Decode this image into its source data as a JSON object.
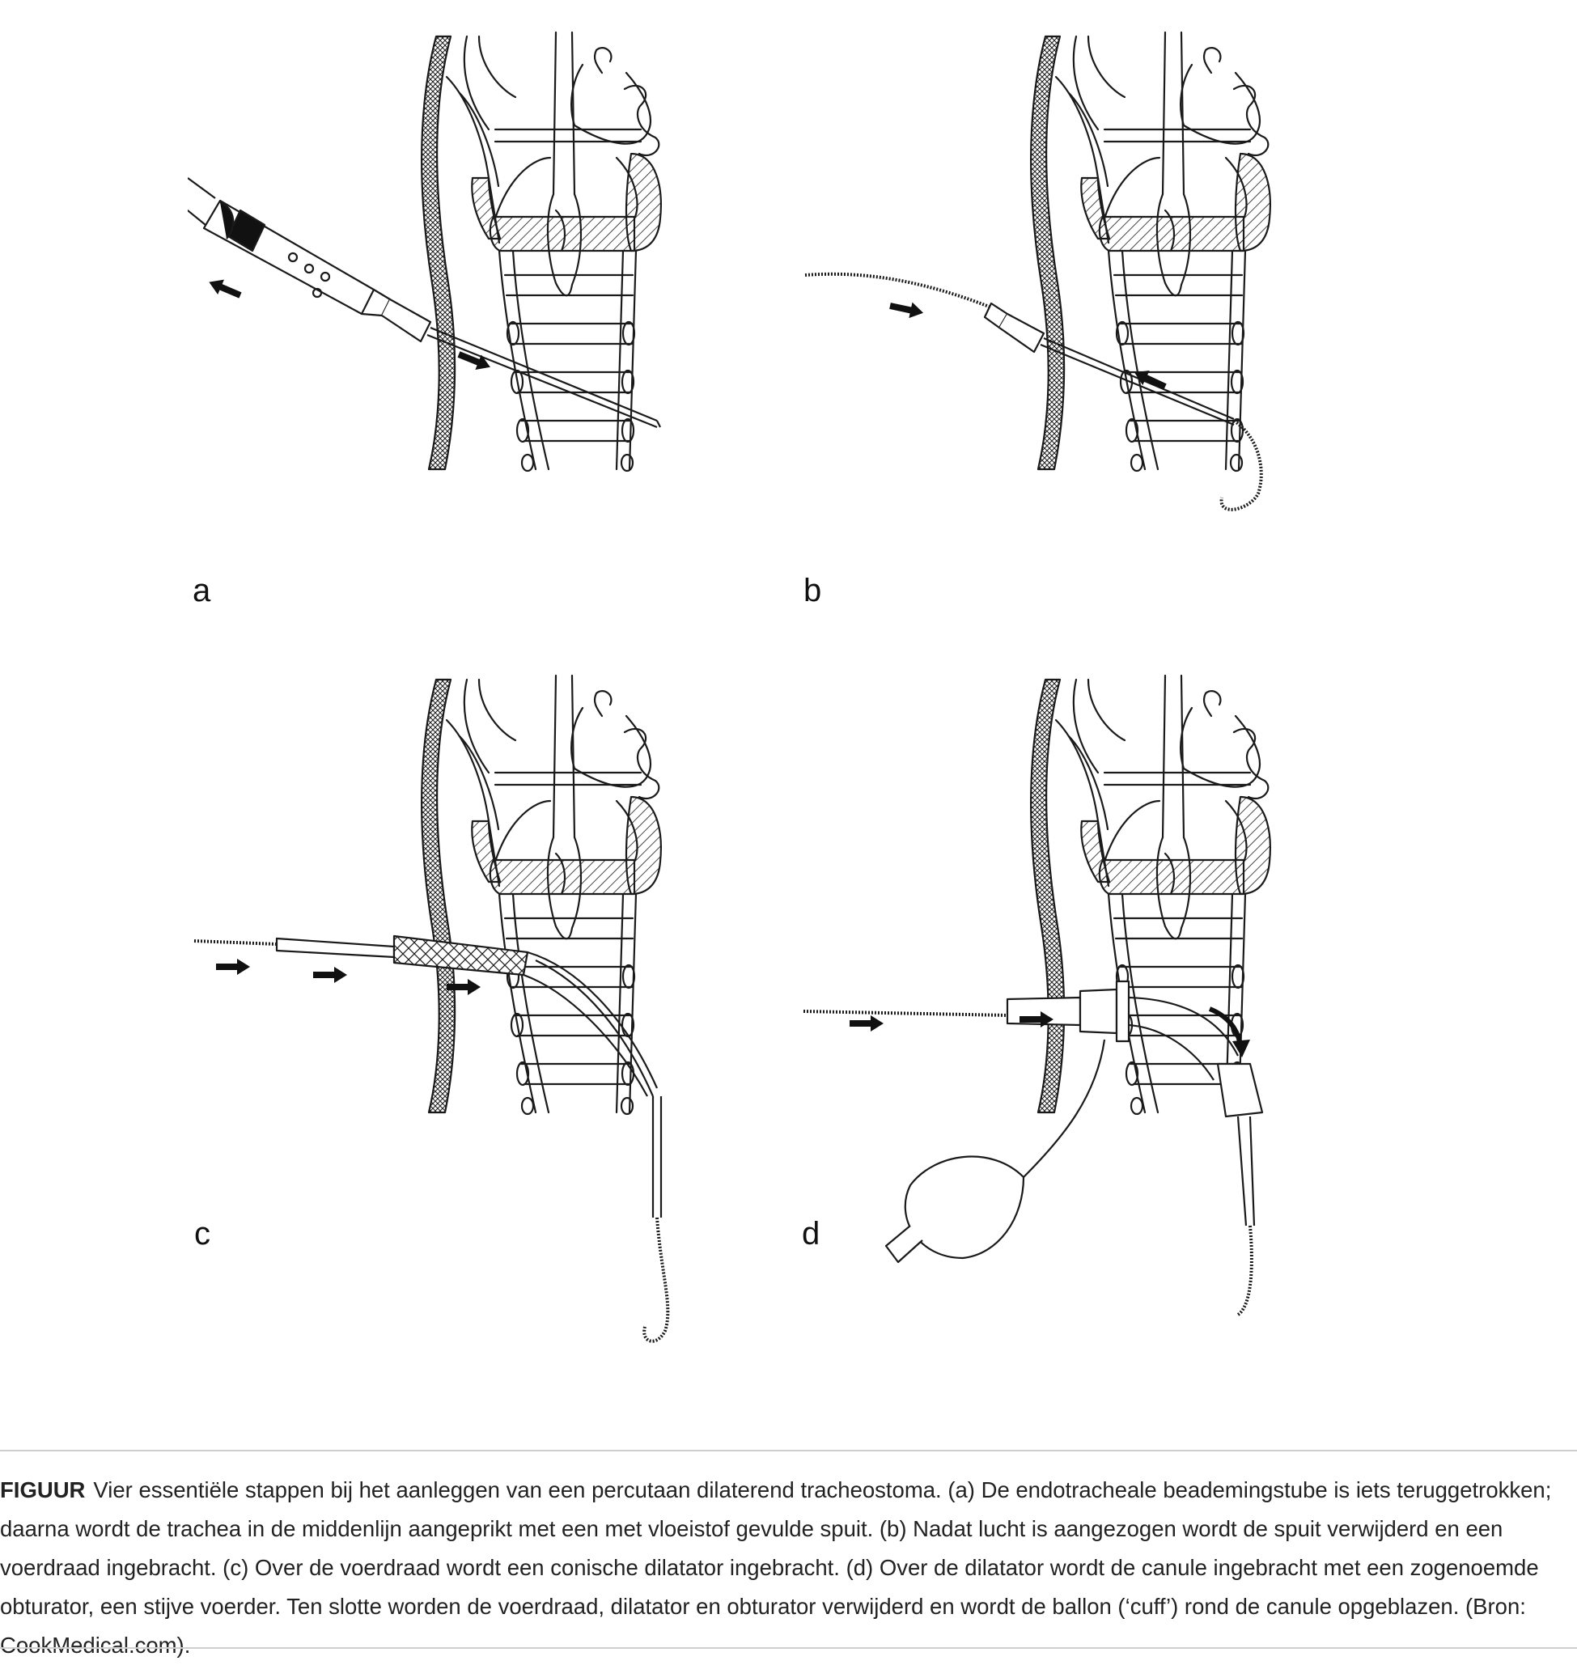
{
  "panels": [
    {
      "label": "a"
    },
    {
      "label": "b"
    },
    {
      "label": "c"
    },
    {
      "label": "d"
    }
  ],
  "caption": {
    "label": "FIGUUR",
    "text": "Vier essentiële stappen bij het aanleggen van een percutaan dilaterend tracheostoma. (a) De endotracheale beademingstube is iets teruggetrokken; daarna wordt de trachea in de middenlijn aangeprikt met een met vloeistof gevulde spuit. (b) Nadat lucht is aangezogen wordt de spuit verwijderd en een voerdraad ingebracht. (c) Over de voerdraad wordt een conische dilatator ingebracht. (d) Over de dilatator wordt de canule ingebracht met een zogenoemde obturator, een stijve voerder. Ten slotte worden de voerdraad, dilatator en obturator verwijderd en wordt de ballon (‘cuff’) rond de canule opgeblazen. (Bron: CookMedical.com)."
  },
  "colors": {
    "line": "#1a1a1a",
    "rule": "#cfcfcf"
  }
}
